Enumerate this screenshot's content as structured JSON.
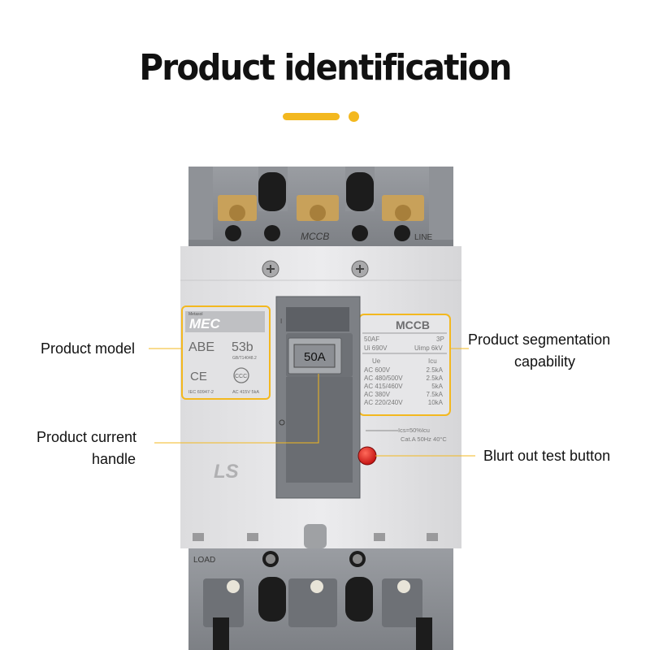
{
  "header": {
    "title": "Product identification"
  },
  "callouts": {
    "model": "Product model",
    "segmentation_line1": "Product segmentation",
    "segmentation_line2": "capability",
    "current_line1": "Product current",
    "current_line2": "handle",
    "test_button": "Blurt out test button"
  },
  "breaker": {
    "top_mark": "MCCB",
    "line_mark": "LINE",
    "load_mark": "LOAD",
    "brand_small": "Metasol",
    "brand": "MEC",
    "model": "ABE",
    "model_num": "53b",
    "gb_code": "GB/T14048.2",
    "ce_mark": "CE",
    "ccc_mark": "CCC",
    "iec_code": "IEC 60947-2",
    "rating_small": "AC 415V 5kA",
    "handle_rating": "50A",
    "ls_logo": "LS",
    "spec_title": "MCCB",
    "spec_af": "50AF",
    "spec_poles": "3P",
    "spec_ui": "Ui 690V",
    "spec_uimp": "Uimp 6kV",
    "spec_ue_head": "Ue",
    "spec_icu_head": "Icu",
    "spec_rows": [
      {
        "ue": "AC 600V",
        "icu": "2.5kA"
      },
      {
        "ue": "AC 480/500V",
        "icu": "2.5kA"
      },
      {
        "ue": "AC 415/460V",
        "icu": "5kA"
      },
      {
        "ue": "AC 380V",
        "icu": "7.5kA"
      },
      {
        "ue": "AC 220/240V",
        "icu": "10kA"
      }
    ],
    "spec_ics": "Ics=50%Icu",
    "spec_cat": "Cat.A  50Hz  40°C"
  },
  "colors": {
    "accent": "#f3b81f",
    "test_button": "#e01818",
    "body": "#e6e6e8",
    "frame": "#8a8d92"
  }
}
